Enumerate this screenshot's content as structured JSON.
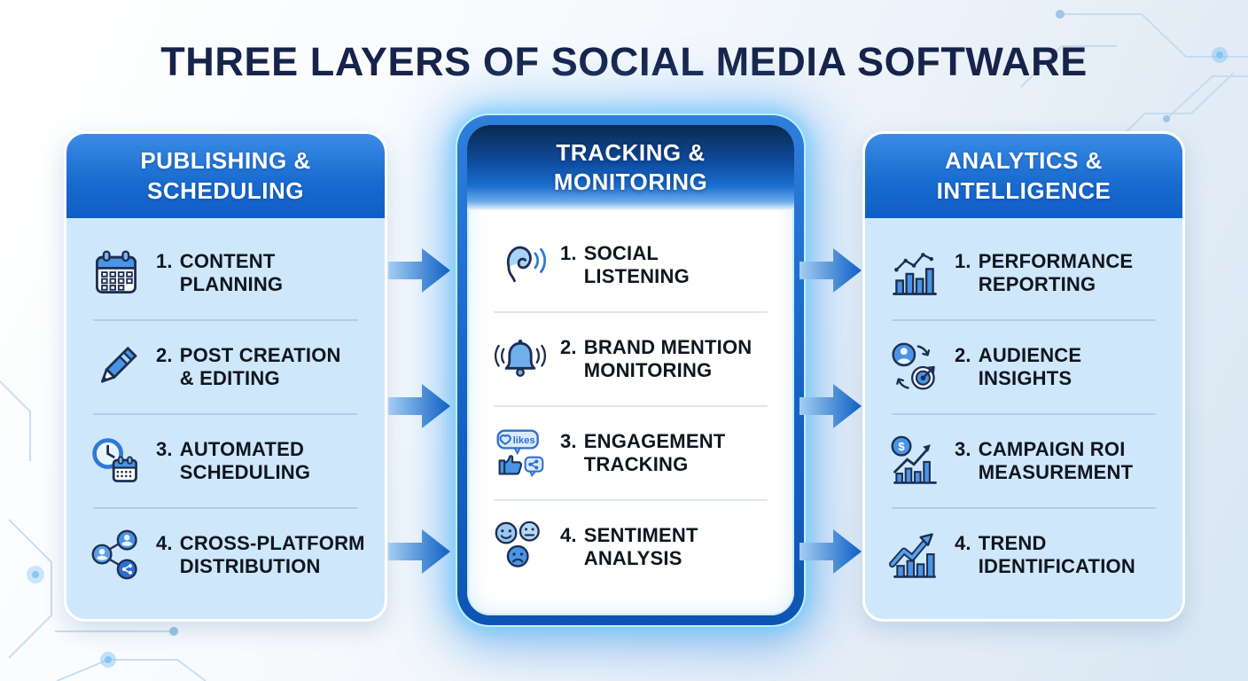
{
  "title": "THREE LAYERS OF SOCIAL MEDIA SOFTWARE",
  "icon_text": {
    "likes": "likes",
    "dollar": "$"
  },
  "columns": [
    {
      "id": "publishing-scheduling",
      "header_lines": [
        "PUBLISHING &",
        "SCHEDULING"
      ],
      "highlighted": false,
      "items": [
        {
          "num": "1.",
          "lines": [
            "CONTENT",
            "PLANNING"
          ],
          "icon": "calendar-icon"
        },
        {
          "num": "2.",
          "lines": [
            "POST CREATION",
            "& EDITING"
          ],
          "icon": "pencil-icon"
        },
        {
          "num": "3.",
          "lines": [
            "AUTOMATED",
            "SCHEDULING"
          ],
          "icon": "clock-calendar-icon"
        },
        {
          "num": "4.",
          "lines": [
            "CROSS-PLATFORM",
            "DISTRIBUTION"
          ],
          "icon": "people-network-icon"
        }
      ]
    },
    {
      "id": "tracking-monitoring",
      "header_lines": [
        "TRACKING &",
        "MONITORING"
      ],
      "highlighted": true,
      "items": [
        {
          "num": "1.",
          "lines": [
            "SOCIAL",
            "LISTENING"
          ],
          "icon": "ear-listening-icon"
        },
        {
          "num": "2.",
          "lines": [
            "BRAND MENTION",
            "MONITORING"
          ],
          "icon": "bell-icon"
        },
        {
          "num": "3.",
          "lines": [
            "ENGAGEMENT",
            "TRACKING"
          ],
          "icon": "likes-engagement-icon"
        },
        {
          "num": "4.",
          "lines": [
            "SENTIMENT",
            "ANALYSIS"
          ],
          "icon": "emoji-faces-icon"
        }
      ]
    },
    {
      "id": "analytics-intelligence",
      "header_lines": [
        "ANALYTICS &",
        "INTELLIGENCE"
      ],
      "highlighted": false,
      "items": [
        {
          "num": "1.",
          "lines": [
            "PERFORMANCE",
            "REPORTING"
          ],
          "icon": "bar-chart-icon"
        },
        {
          "num": "2.",
          "lines": [
            "AUDIENCE",
            "INSIGHTS"
          ],
          "icon": "audience-target-icon"
        },
        {
          "num": "3.",
          "lines": [
            "CAMPAIGN ROI",
            "MEASUREMENT"
          ],
          "icon": "roi-chart-icon"
        },
        {
          "num": "4.",
          "lines": [
            "TREND",
            "IDENTIFICATION"
          ],
          "icon": "trend-arrow-icon"
        }
      ]
    }
  ],
  "colors": {
    "title_text": "#16234a",
    "side_header_top": "#3b8ce6",
    "side_header_bottom": "#0f5ec6",
    "card_body": "#cfe7fb",
    "center_border": "#1160c4",
    "center_header_top": "#0a2950",
    "center_header_bottom": "#1b6fd0",
    "glow": "#8fe0ff",
    "arrow_light": "#a6cdf2",
    "arrow_dark": "#0d60c4",
    "item_text": "#10161f"
  }
}
